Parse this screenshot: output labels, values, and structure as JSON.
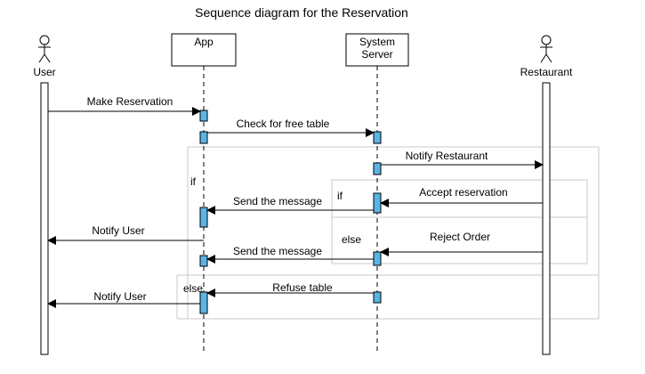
{
  "diagram": {
    "title": "Sequence diagram for the Reservation",
    "participants": {
      "user": "User",
      "app": "App",
      "server_line1": "System",
      "server_line2": "Server",
      "restaurant": "Restaurant"
    },
    "messages": {
      "make_reservation": "Make Reservation",
      "check_free_table": "Check for free table",
      "notify_restaurant": "Notify Restaurant",
      "accept_reservation": "Accept reservation",
      "send_message_1": "Send the message",
      "notify_user_1": "Notify User",
      "reject_order": "Reject Order",
      "send_message_2": "Send the message",
      "refuse_table": "Refuse table",
      "notify_user_2": "Notify User"
    },
    "fragments": {
      "outer_if": "if",
      "inner_if": "if",
      "inner_else": "else",
      "outer_else": "else"
    },
    "colors": {
      "activation_fill": "#5ab4e5",
      "fragment_border": "#c8c8c8",
      "line": "#000000"
    }
  }
}
